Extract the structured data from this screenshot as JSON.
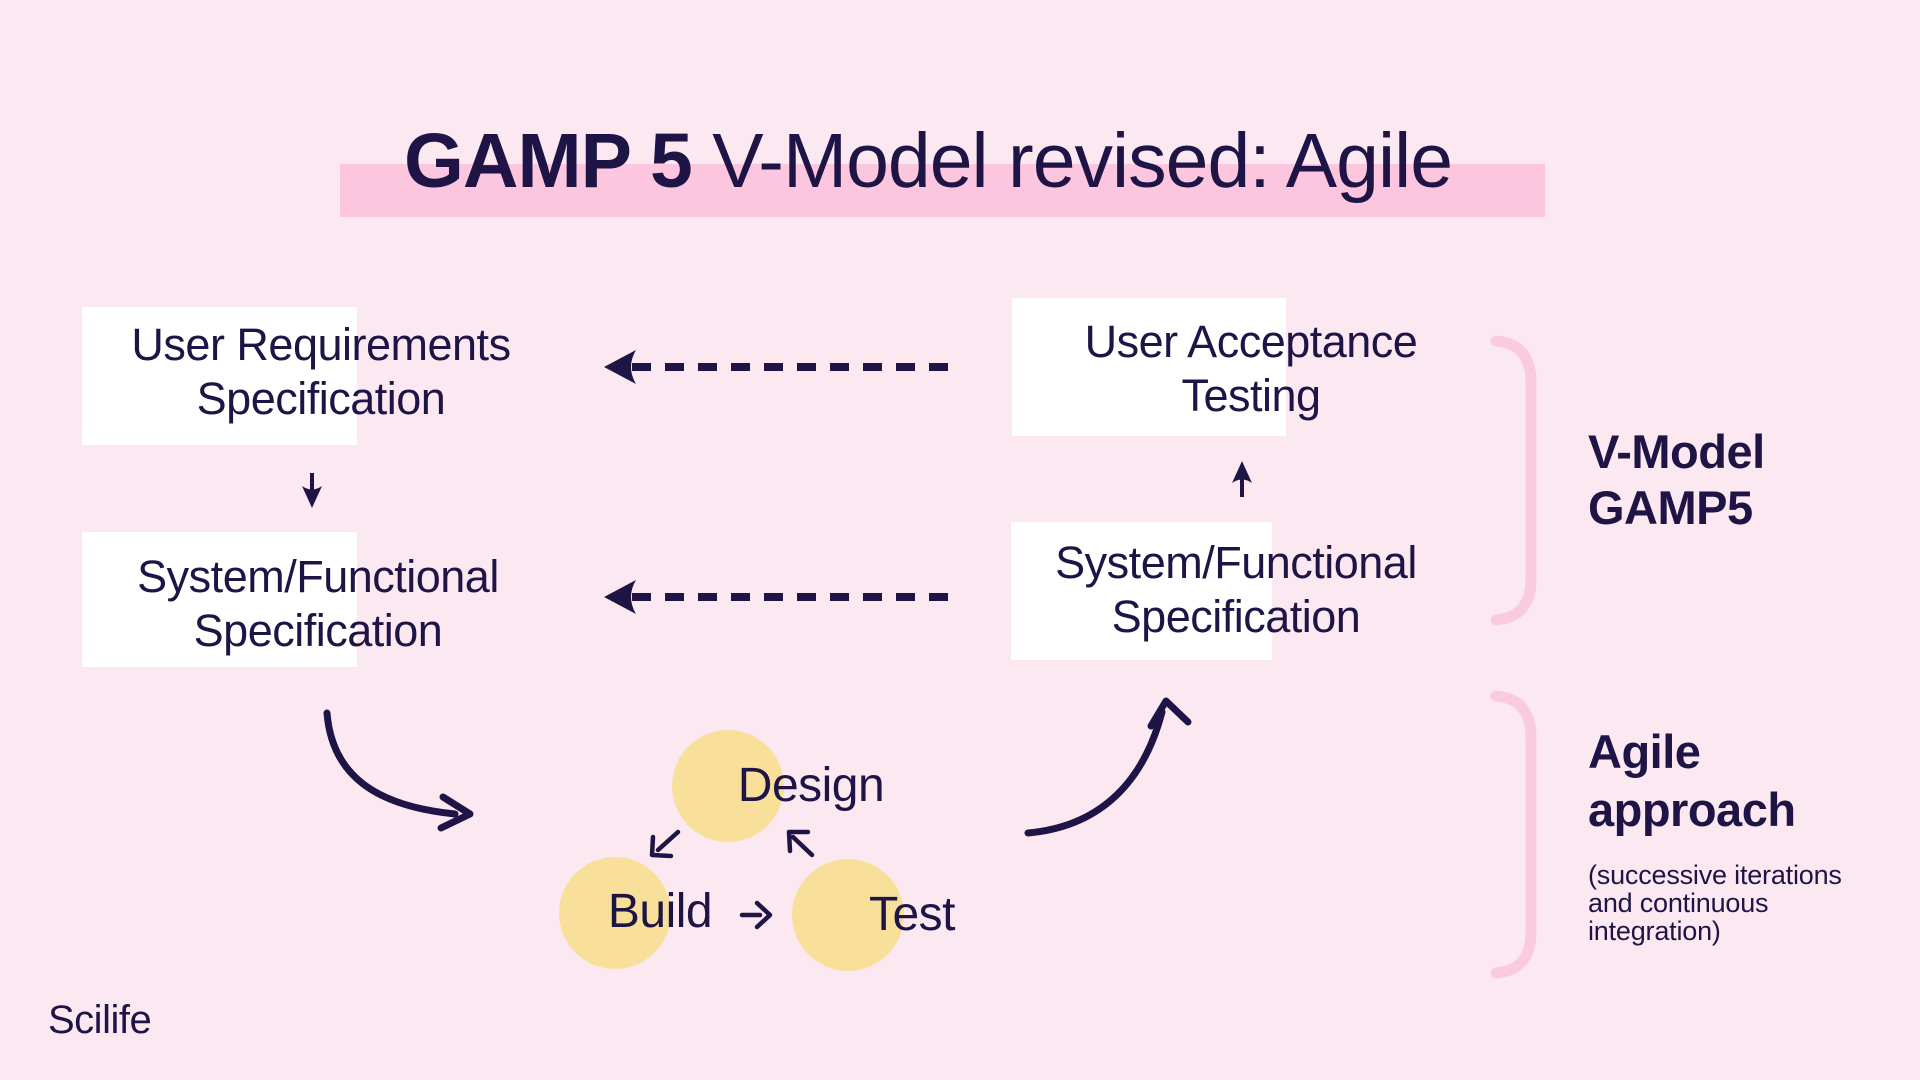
{
  "colors": {
    "background": "#FCE8F1",
    "title_highlight": "#FCC7DE",
    "node_background": "#FFFFFF",
    "text_navy": "#1E1546",
    "agile_circle_yellow": "#F8E09B",
    "bracket_pink": "#FACADF"
  },
  "title": {
    "emphasis": "GAMP 5",
    "rest": " V-Model revised: Agile"
  },
  "v_model": {
    "left": [
      {
        "line1": "User Requirements",
        "line2": "Specification"
      },
      {
        "line1": "System/Functional",
        "line2": "Specification"
      }
    ],
    "right": [
      {
        "line1": "User Acceptance",
        "line2": "Testing"
      },
      {
        "line1": "System/Functional",
        "line2": "Specification"
      }
    ]
  },
  "agile_cycle": {
    "design": "Design",
    "build": "Build",
    "test": "Test"
  },
  "side_labels": {
    "v_model": {
      "line1": "V-Model",
      "line2": "GAMP5"
    },
    "agile": {
      "line1": "Agile",
      "line2": "approach",
      "note1": "(successive iterations",
      "note2": "and continuous",
      "note3": "integration)"
    }
  },
  "logo": "Scilife",
  "icons": {
    "dashed-feedback-arrow-icon": "←",
    "flow-down-arrow-icon": "↓",
    "flow-up-arrow-icon": "↑",
    "curve-to-agile-arrow-icon": "↷",
    "curve-from-agile-arrow-icon": "↗",
    "design-to-build-arrow-icon": "↙",
    "test-to-design-arrow-icon": "↖",
    "build-to-test-arrow-icon": "→",
    "v-model-bracket-icon": "]",
    "agile-bracket-icon": "]"
  }
}
